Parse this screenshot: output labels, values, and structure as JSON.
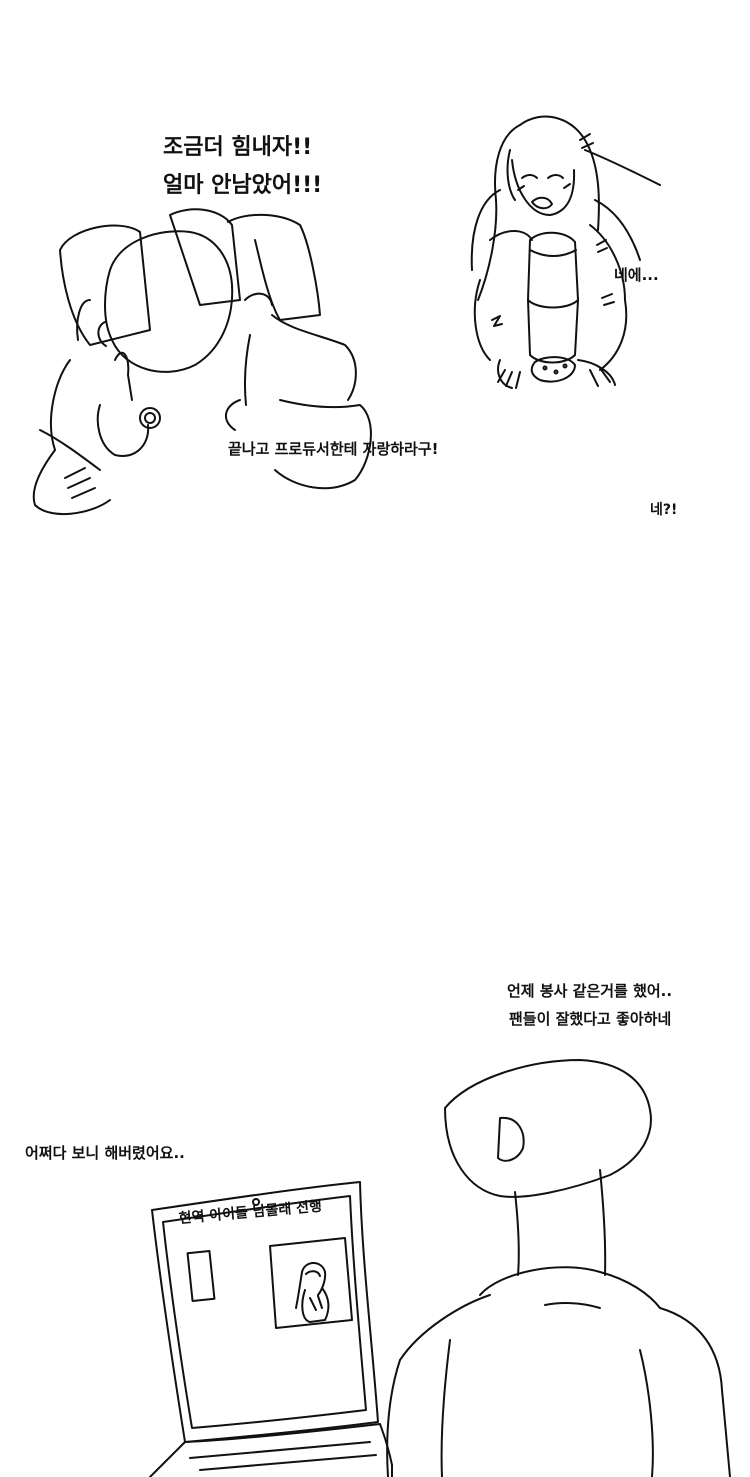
{
  "panel1": {
    "coach_shout_line1": "조금더 힘내자!!",
    "coach_shout_line2": "얼마 안남았어!!!",
    "girl_reply": "네에...",
    "coach_line": "끝나고 프로듀서한테 자랑하라구!",
    "girl_surprised": "네?!"
  },
  "panel2": {
    "man_line1": "언제 봉사 같은거를 했어..",
    "man_line2": "팬들이 잘했다고 좋아하네",
    "girl_line": "어쩌다 보니 해버렸어요..",
    "laptop_headline": "현역 아이돌 남몰래 선행"
  }
}
